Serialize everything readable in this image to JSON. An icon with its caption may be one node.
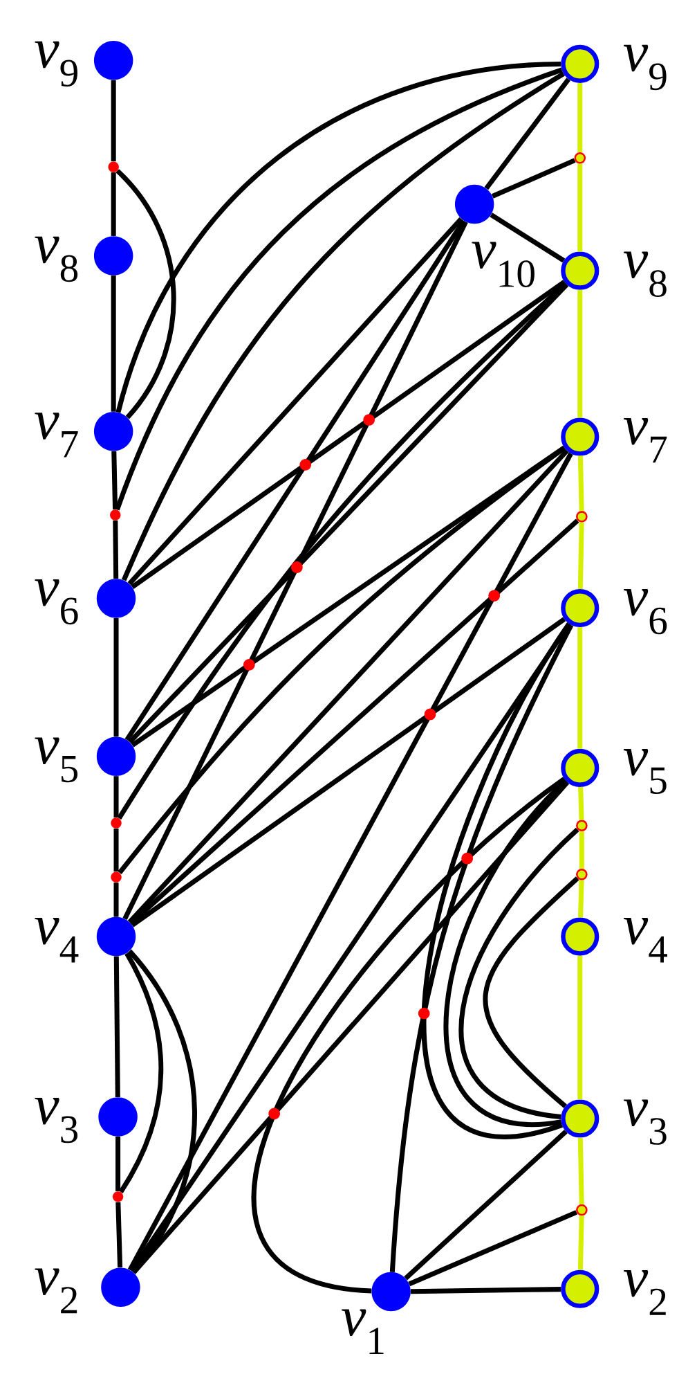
{
  "diagram": {
    "nodes": [
      {
        "text": [],
        "shape": "circle",
        "beside": [
          "*v*$_{9}$"
        ]
      },
      {
        "text": [],
        "shape": "circle"
      },
      {
        "text": [],
        "shape": "circle",
        "beside": [
          "*v*$_{8}$"
        ]
      },
      {
        "text": [],
        "shape": "circle",
        "beside": [
          "*v*$_{7}$"
        ]
      },
      {
        "text": [],
        "shape": "circle"
      },
      {
        "text": [],
        "shape": "circle",
        "beside": [
          "*v*$_{6}$"
        ]
      },
      {
        "text": [],
        "shape": "circle",
        "beside": [
          "*v*$_{5}$"
        ]
      },
      {
        "text": [],
        "shape": "circle"
      },
      {
        "text": [],
        "shape": "circle"
      },
      {
        "text": [],
        "shape": "circle",
        "beside": [
          "*v*$_{4}$"
        ]
      },
      {
        "text": [],
        "shape": "circle",
        "beside": [
          "*v*$_{3}$"
        ]
      },
      {
        "text": [],
        "shape": "circle"
      },
      {
        "text": [],
        "shape": "circle",
        "beside": [
          "*v*$_{2}$"
        ]
      },
      {
        "text": [],
        "shape": "circle",
        "beside": [
          "*v*$_{10}$"
        ]
      },
      {
        "text": [],
        "shape": "circle",
        "beside": [
          "*v*$_{1}$"
        ]
      },
      {
        "text": [],
        "shape": "circle",
        "beside": [
          "*v*$_{9}$"
        ]
      },
      {
        "text": [],
        "shape": "circle"
      },
      {
        "text": [],
        "shape": "circle",
        "beside": [
          "*v*$_{8}$"
        ]
      },
      {
        "text": [],
        "shape": "circle",
        "beside": [
          "*v*$_{7}$"
        ]
      },
      {
        "text": [],
        "shape": "circle"
      },
      {
        "text": [],
        "shape": "circle",
        "beside": [
          "*v*$_{6}$"
        ]
      },
      {
        "text": [],
        "shape": "circle",
        "beside": [
          "*v*$_{5}$"
        ]
      },
      {
        "text": [],
        "shape": "circle"
      },
      {
        "text": [],
        "shape": "circle"
      },
      {
        "text": [],
        "shape": "circle",
        "beside": [
          "*v*$_{4}$"
        ]
      },
      {
        "text": [],
        "shape": "circle",
        "beside": [
          "*v*$_{3}$"
        ]
      },
      {
        "text": [],
        "shape": "circle"
      },
      {
        "text": [],
        "shape": "circle",
        "beside": [
          "*v*$_{2}$"
        ]
      }
    ],
    "edges": [
      {
        "from": 0,
        "to": 1,
        "arrow": "none"
      },
      {
        "from": 1,
        "to": 2,
        "arrow": "none"
      },
      {
        "from": 2,
        "to": 3,
        "arrow": "none"
      },
      {
        "from": 3,
        "to": 4,
        "arrow": "none"
      },
      {
        "from": 4,
        "to": 5,
        "arrow": "none"
      },
      {
        "from": 5,
        "to": 6,
        "arrow": "none"
      },
      {
        "from": 6,
        "to": 7,
        "arrow": "none"
      },
      {
        "from": 7,
        "to": 8,
        "arrow": "none"
      },
      {
        "from": 8,
        "to": 9,
        "arrow": "none"
      },
      {
        "from": 9,
        "to": 10,
        "arrow": "none"
      },
      {
        "from": 10,
        "to": 11,
        "arrow": "none"
      },
      {
        "from": 11,
        "to": 12,
        "arrow": "none"
      },
      {
        "from": 15,
        "to": 16,
        "arrow": "none",
        "color": "#d4f000"
      },
      {
        "from": 16,
        "to": 17,
        "arrow": "none",
        "color": "#d4f000"
      },
      {
        "from": 17,
        "to": 18,
        "arrow": "none",
        "color": "#d4f000"
      },
      {
        "from": 18,
        "to": 19,
        "arrow": "none",
        "color": "#d4f000"
      },
      {
        "from": 19,
        "to": 20,
        "arrow": "none",
        "color": "#d4f000"
      },
      {
        "from": 20,
        "to": 21,
        "arrow": "none",
        "color": "#d4f000"
      },
      {
        "from": 21,
        "to": 22,
        "arrow": "none",
        "color": "#d4f000"
      },
      {
        "from": 22,
        "to": 23,
        "arrow": "none",
        "color": "#d4f000"
      },
      {
        "from": 23,
        "to": 24,
        "arrow": "none",
        "color": "#d4f000"
      },
      {
        "from": 24,
        "to": 25,
        "arrow": "none",
        "color": "#d4f000"
      },
      {
        "from": 25,
        "to": 26,
        "arrow": "none",
        "color": "#d4f000"
      },
      {
        "from": 26,
        "to": 27,
        "arrow": "none",
        "color": "#d4f000"
      },
      {
        "from": 1,
        "to": 3,
        "arrow": "none"
      },
      {
        "from": 3,
        "to": 15,
        "arrow": "none"
      },
      {
        "from": 4,
        "to": 15,
        "arrow": "none"
      },
      {
        "from": 5,
        "to": 15,
        "arrow": "none"
      },
      {
        "from": 5,
        "to": 13,
        "arrow": "none"
      },
      {
        "from": 5,
        "to": 17,
        "arrow": "none"
      },
      {
        "from": 13,
        "to": 15,
        "arrow": "none"
      },
      {
        "from": 13,
        "to": 16,
        "arrow": "none"
      },
      {
        "from": 13,
        "to": 17,
        "arrow": "none"
      },
      {
        "from": 6,
        "to": 13,
        "arrow": "none"
      },
      {
        "from": 6,
        "to": 17,
        "arrow": "none"
      },
      {
        "from": 6,
        "to": 18,
        "arrow": "none"
      },
      {
        "from": 7,
        "to": 17,
        "arrow": "none"
      },
      {
        "from": 8,
        "to": 18,
        "arrow": "none"
      },
      {
        "from": 9,
        "to": 13,
        "arrow": "none"
      },
      {
        "from": 9,
        "to": 18,
        "arrow": "none"
      },
      {
        "from": 9,
        "to": 19,
        "arrow": "none"
      },
      {
        "from": 9,
        "to": 20,
        "arrow": "none"
      },
      {
        "from": 9,
        "to": 11,
        "arrow": "none"
      },
      {
        "from": 9,
        "to": 12,
        "arrow": "none"
      },
      {
        "from": 12,
        "to": 18,
        "arrow": "none"
      },
      {
        "from": 12,
        "to": 20,
        "arrow": "none"
      },
      {
        "from": 12,
        "to": 21,
        "arrow": "none"
      },
      {
        "from": 14,
        "to": 21,
        "arrow": "none"
      },
      {
        "from": 14,
        "to": 20,
        "arrow": "none"
      },
      {
        "from": 14,
        "to": 25,
        "arrow": "none"
      },
      {
        "from": 14,
        "to": 26,
        "arrow": "none"
      },
      {
        "from": 14,
        "to": 27,
        "arrow": "none"
      },
      {
        "from": 25,
        "to": 20,
        "arrow": "none"
      },
      {
        "from": 25,
        "to": 21,
        "arrow": "none"
      },
      {
        "from": 25,
        "to": 22,
        "arrow": "none"
      },
      {
        "from": 25,
        "to": 23,
        "arrow": "none"
      }
    ]
  }
}
